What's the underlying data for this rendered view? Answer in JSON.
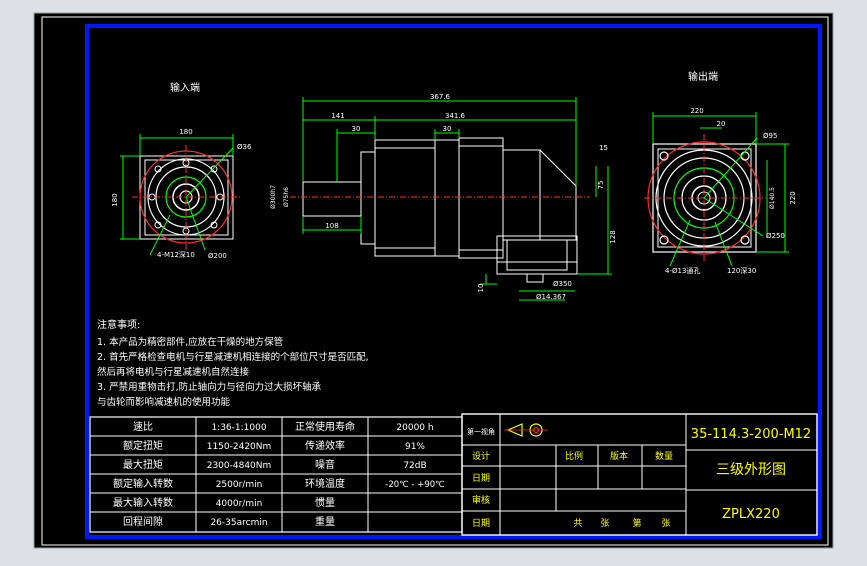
{
  "views": {
    "input_label": "输入端",
    "output_label": "输出端",
    "left": {
      "width": "180",
      "height": "180",
      "bolt": "4-M12深10",
      "pcd": "Ø36",
      "circle": "Ø200"
    },
    "side": {
      "total": "367.6",
      "body": "341.6",
      "flange": "141",
      "d30a": "30",
      "d30b": "30",
      "shaft_len": "108",
      "d15": "15",
      "h75": "75",
      "h128": "128",
      "h10": "10",
      "bore": "Ø300h7",
      "shaft_d": "Ø75h6",
      "key": "Ø14.367",
      "pitch": "Ø350"
    }
  },
  "right": {
    "width": "220",
    "d20": "20",
    "height": "220",
    "d140": "Ø140.5",
    "hole": "Ø95",
    "outer": "Ø250",
    "bolt": "4-Ø13通孔",
    "base": "120深30"
  },
  "notes": {
    "title": "注意事项:",
    "lines": [
      "1. 本产品为精密部件,应放在干燥的地方保管",
      "2. 首先严格检查电机与行星减速机相连接的个部位尺寸是否匹配,",
      "然后再将电机与行星减速机自然连接",
      "3. 严禁用重物击打,防止轴向力与径向力过大损坏轴承",
      "与齿轮而影响减速机的使用功能"
    ]
  },
  "spec_table": {
    "rows": [
      [
        "速比",
        "1:36-1:1000",
        "正常使用寿命",
        "20000 h"
      ],
      [
        "额定扭矩",
        "1150-2420Nm",
        "传递效率",
        "91%"
      ],
      [
        "最大扭矩",
        "2300-4840Nm",
        "噪音",
        "72dB"
      ],
      [
        "额定输入转数",
        "2500r/min",
        "环境温度",
        "-20℃ - +90℃"
      ],
      [
        "最大输入转数",
        "4000r/min",
        "惯量",
        ""
      ],
      [
        "回程间隙",
        "26-35arcmin",
        "重量",
        ""
      ]
    ]
  },
  "title_block": {
    "projection": "第一视角",
    "drawing_no": "35-114.3-200-M12",
    "design": "设计",
    "date1": "日期",
    "review": "审核",
    "date2": "日期",
    "ratio": "比例",
    "version": "版本",
    "qty": "数量",
    "drawing_title": "三级外形图",
    "model": "ZPLX220",
    "sheet": [
      "共",
      "张",
      "第",
      "张"
    ]
  },
  "colors": {
    "background": "#000000",
    "frame_blue": "#0000ff",
    "text_yellow": "#ffff00"
  }
}
